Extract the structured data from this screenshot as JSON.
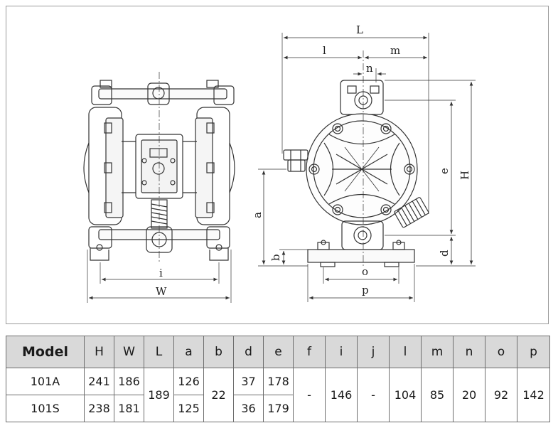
{
  "front_view": {
    "dimensions": {
      "i": "i",
      "W": "W"
    }
  },
  "side_view": {
    "dimensions": {
      "L": "L",
      "l": "l",
      "m": "m",
      "n": "n",
      "a": "a",
      "b": "b",
      "e": "e",
      "d": "d",
      "H": "H",
      "o": "o",
      "p": "p"
    }
  },
  "spec_table": {
    "headers": [
      "Model",
      "H",
      "W",
      "L",
      "a",
      "b",
      "d",
      "e",
      "f",
      "i",
      "j",
      "l",
      "m",
      "n",
      "o",
      "p"
    ],
    "rows": [
      {
        "model": "101A",
        "H": "241",
        "W": "186",
        "a": "126",
        "d": "37",
        "e": "178"
      },
      {
        "model": "101S",
        "H": "238",
        "W": "181",
        "a": "125",
        "d": "36",
        "e": "179"
      }
    ],
    "shared": {
      "L": "189",
      "b": "22",
      "f": "-",
      "i": "146",
      "j": "-",
      "l": "104",
      "m": "85",
      "n": "20",
      "o": "92",
      "p": "142"
    }
  },
  "colors": {
    "line": "#333333",
    "frame": "#9a9a9a",
    "header_bg": "#d9d9d9"
  }
}
